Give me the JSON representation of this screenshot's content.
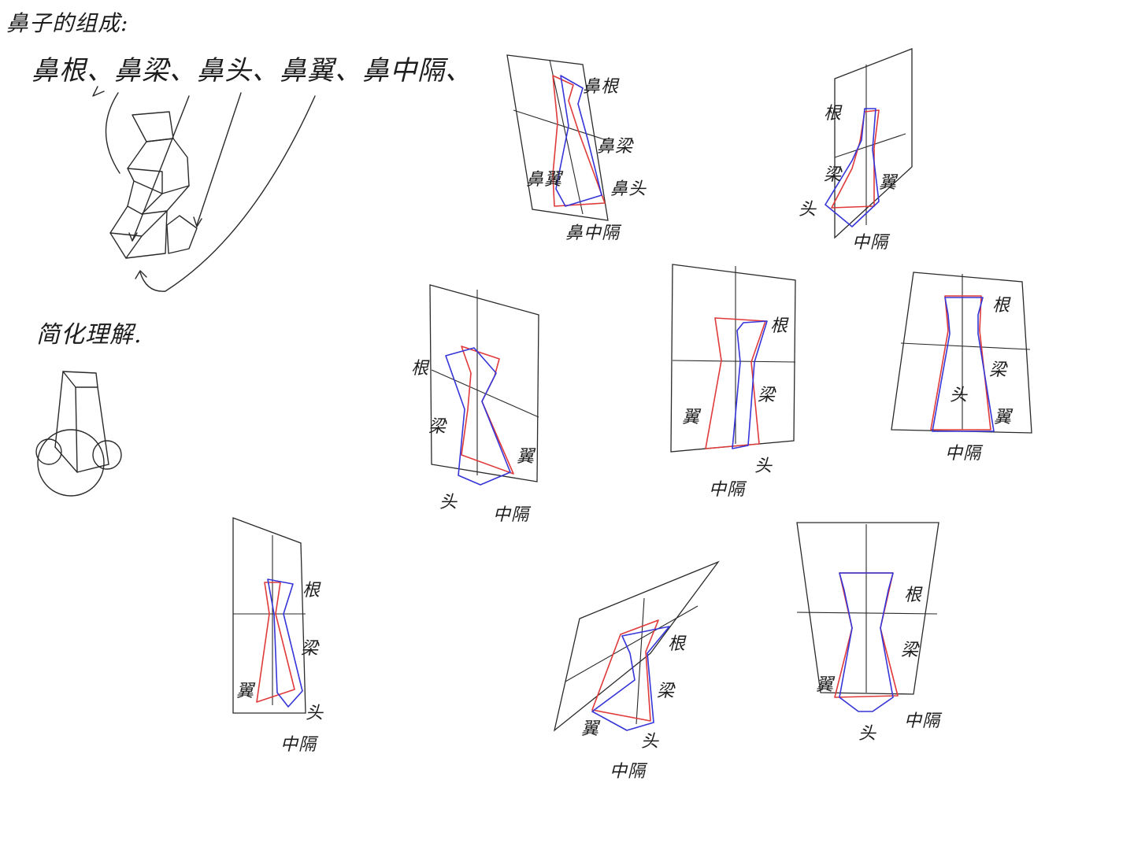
{
  "title": "鼻子的组成:",
  "parts_list": "鼻根、鼻梁、鼻头、鼻翼、鼻中隔、",
  "simplified_title": "简化理解.",
  "colors": {
    "pencil": "#2a2a2a",
    "front": "#e03a3a",
    "back": "#3535d8"
  },
  "views": [
    {
      "labels": [
        "鼻根",
        "鼻梁",
        "鼻头",
        "鼻翼",
        "鼻中隔"
      ]
    },
    {
      "labels": [
        "根",
        "梁",
        "翼",
        "头",
        "中隔"
      ]
    },
    {
      "labels": [
        "根",
        "梁",
        "翼",
        "头",
        "中隔"
      ]
    },
    {
      "labels": [
        "根",
        "梁",
        "翼",
        "头",
        "中隔"
      ]
    },
    {
      "labels": [
        "根",
        "梁",
        "头",
        "翼",
        "中隔"
      ]
    },
    {
      "labels": [
        "根",
        "梁",
        "翼",
        "头",
        "中隔"
      ]
    },
    {
      "labels": [
        "根",
        "梁",
        "翼",
        "头",
        "中隔"
      ]
    },
    {
      "labels": [
        "根",
        "梁",
        "翼",
        "头",
        "中隔"
      ]
    }
  ]
}
